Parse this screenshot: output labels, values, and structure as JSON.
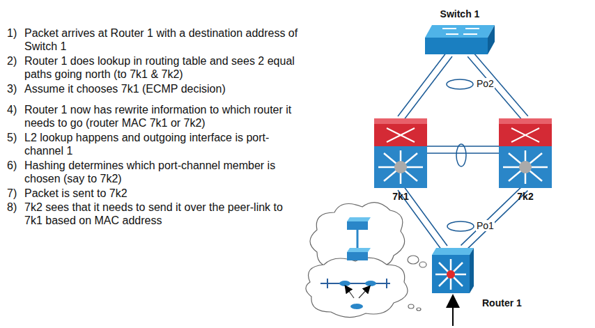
{
  "diagram": {
    "nodes": [
      {
        "text": [
          "Switch 1"
        ]
      },
      {
        "text": [
          "7k1"
        ]
      },
      {
        "text": [
          "7k2"
        ]
      },
      {
        "text": [
          "Router 1"
        ]
      }
    ],
    "edges": [
      {
        "from": 0,
        "to": 1,
        "arrow": "none"
      },
      {
        "from": 0,
        "to": 2,
        "arrow": "none"
      },
      {
        "from": 1,
        "to": 2,
        "arrow": "none"
      },
      {
        "from": 1,
        "to": 3,
        "arrow": "none"
      },
      {
        "from": 2,
        "to": 3,
        "arrow": "none"
      }
    ],
    "labels": [
      "1)",
      "Packet arrives at Router 1 with a destination address of Switch 1",
      "2)",
      "Router 1 does lookup in routing table and sees 2 equal paths going north (to 7k1 & 7k2)",
      "3)",
      "Assume it chooses 7k1 (ECMP decision)",
      "4)",
      "Router 1 now has rewrite information to which router it needs to go (router MAC 7k1 or 7k2)",
      "5)",
      "L2 lookup happens and outgoing interface is port-channel 1",
      "6)",
      "Hashing determines which port-channel member is chosen (say to 7k2)",
      "7)",
      "Packet is sent to 7k2",
      "8)",
      "7k2 sees that it needs to send it over the peer-link to 7k1 based on MAC address",
      "Po2",
      "Po1"
    ]
  }
}
